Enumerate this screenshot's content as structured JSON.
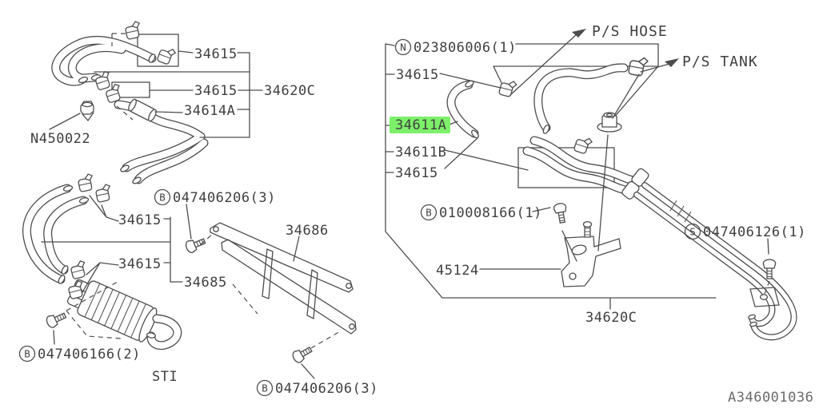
{
  "diagram_code": "A346001036",
  "variant_note": "STI",
  "colors": {
    "line": "#4d4d4d",
    "text": "#3f3f3f",
    "highlight": "#7df06a",
    "background": "#ffffff"
  },
  "labels": {
    "p34615": "34615",
    "p34620c": "34620C",
    "p34614a": "34614A",
    "p34611a": "34611A",
    "p34611b": "34611B",
    "p34685": "34685",
    "p34686": "34686",
    "p45124": "45124",
    "n450022": "N450022"
  },
  "annotations": {
    "ps_hose": "P/S HOSE",
    "ps_tank": "P/S TANK"
  },
  "fasteners": {
    "b047406206": {
      "symbol": "B",
      "number": "047406206(3)"
    },
    "b047406166": {
      "symbol": "B",
      "number": "047406166(2)"
    },
    "b010008166": {
      "symbol": "B",
      "number": "010008166(1)"
    },
    "s047406126": {
      "symbol": "S",
      "number": "047406126(1)"
    },
    "n023806006": {
      "symbol": "N",
      "number": "023806006(1)"
    }
  }
}
